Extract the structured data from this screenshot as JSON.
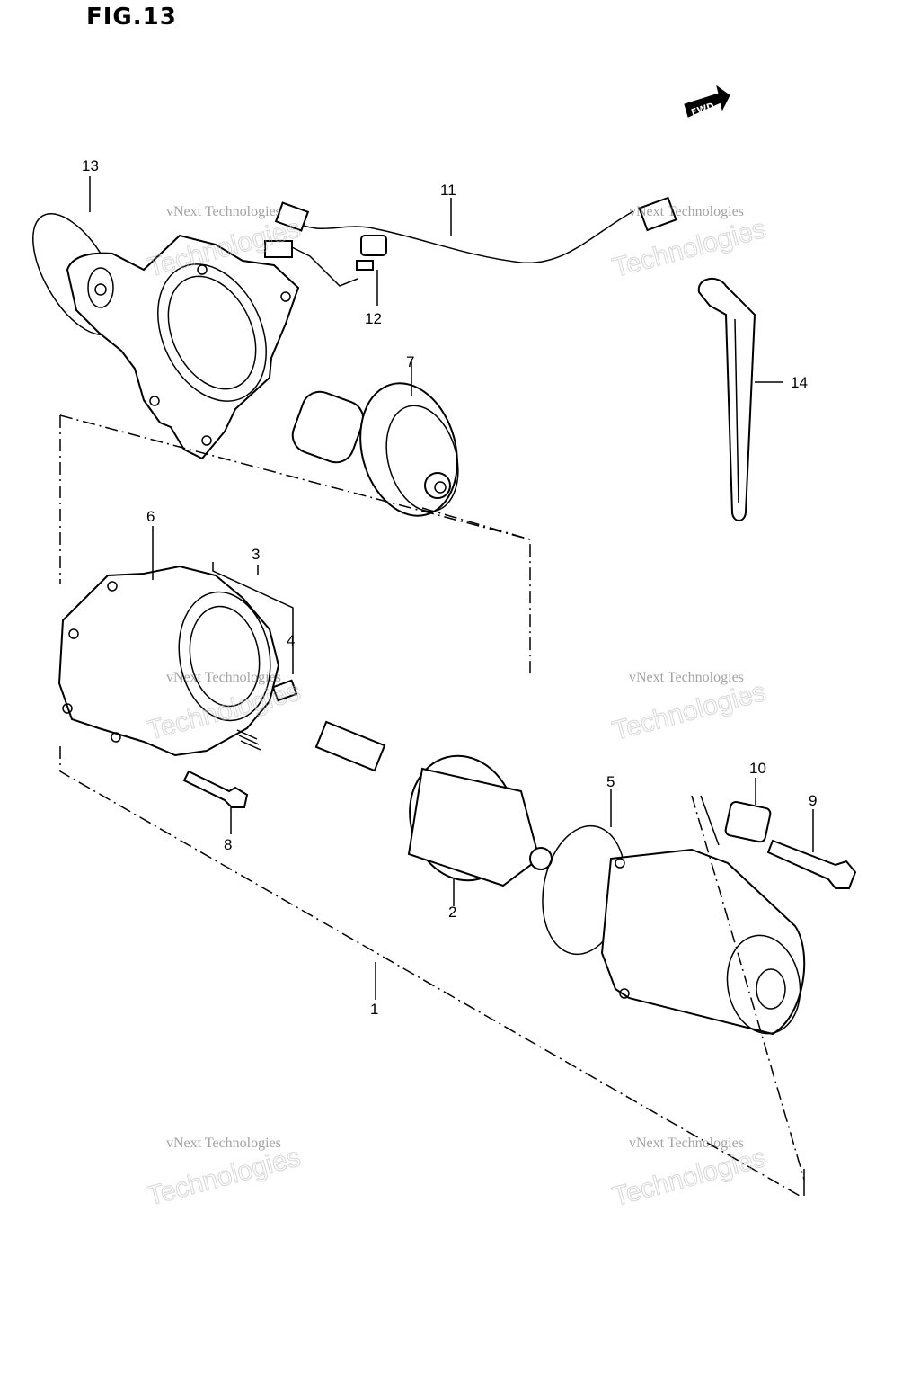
{
  "figure": {
    "title": "FIG.13",
    "fwd_label": "FWD"
  },
  "parts": [
    {
      "id": "part-1",
      "label": "1"
    },
    {
      "id": "part-2",
      "label": "2"
    },
    {
      "id": "part-3",
      "label": "3"
    },
    {
      "id": "part-4",
      "label": "4"
    },
    {
      "id": "part-5",
      "label": "5"
    },
    {
      "id": "part-6",
      "label": "6"
    },
    {
      "id": "part-7",
      "label": "7"
    },
    {
      "id": "part-8",
      "label": "8"
    },
    {
      "id": "part-9",
      "label": "9"
    },
    {
      "id": "part-10",
      "label": "10"
    },
    {
      "id": "part-11",
      "label": "11"
    },
    {
      "id": "part-12",
      "label": "12"
    },
    {
      "id": "part-13",
      "label": "13"
    },
    {
      "id": "part-14",
      "label": "14"
    }
  ],
  "watermark": {
    "line1": "vNext Technologies",
    "line2": "vNext",
    "line3": "Technologies"
  }
}
